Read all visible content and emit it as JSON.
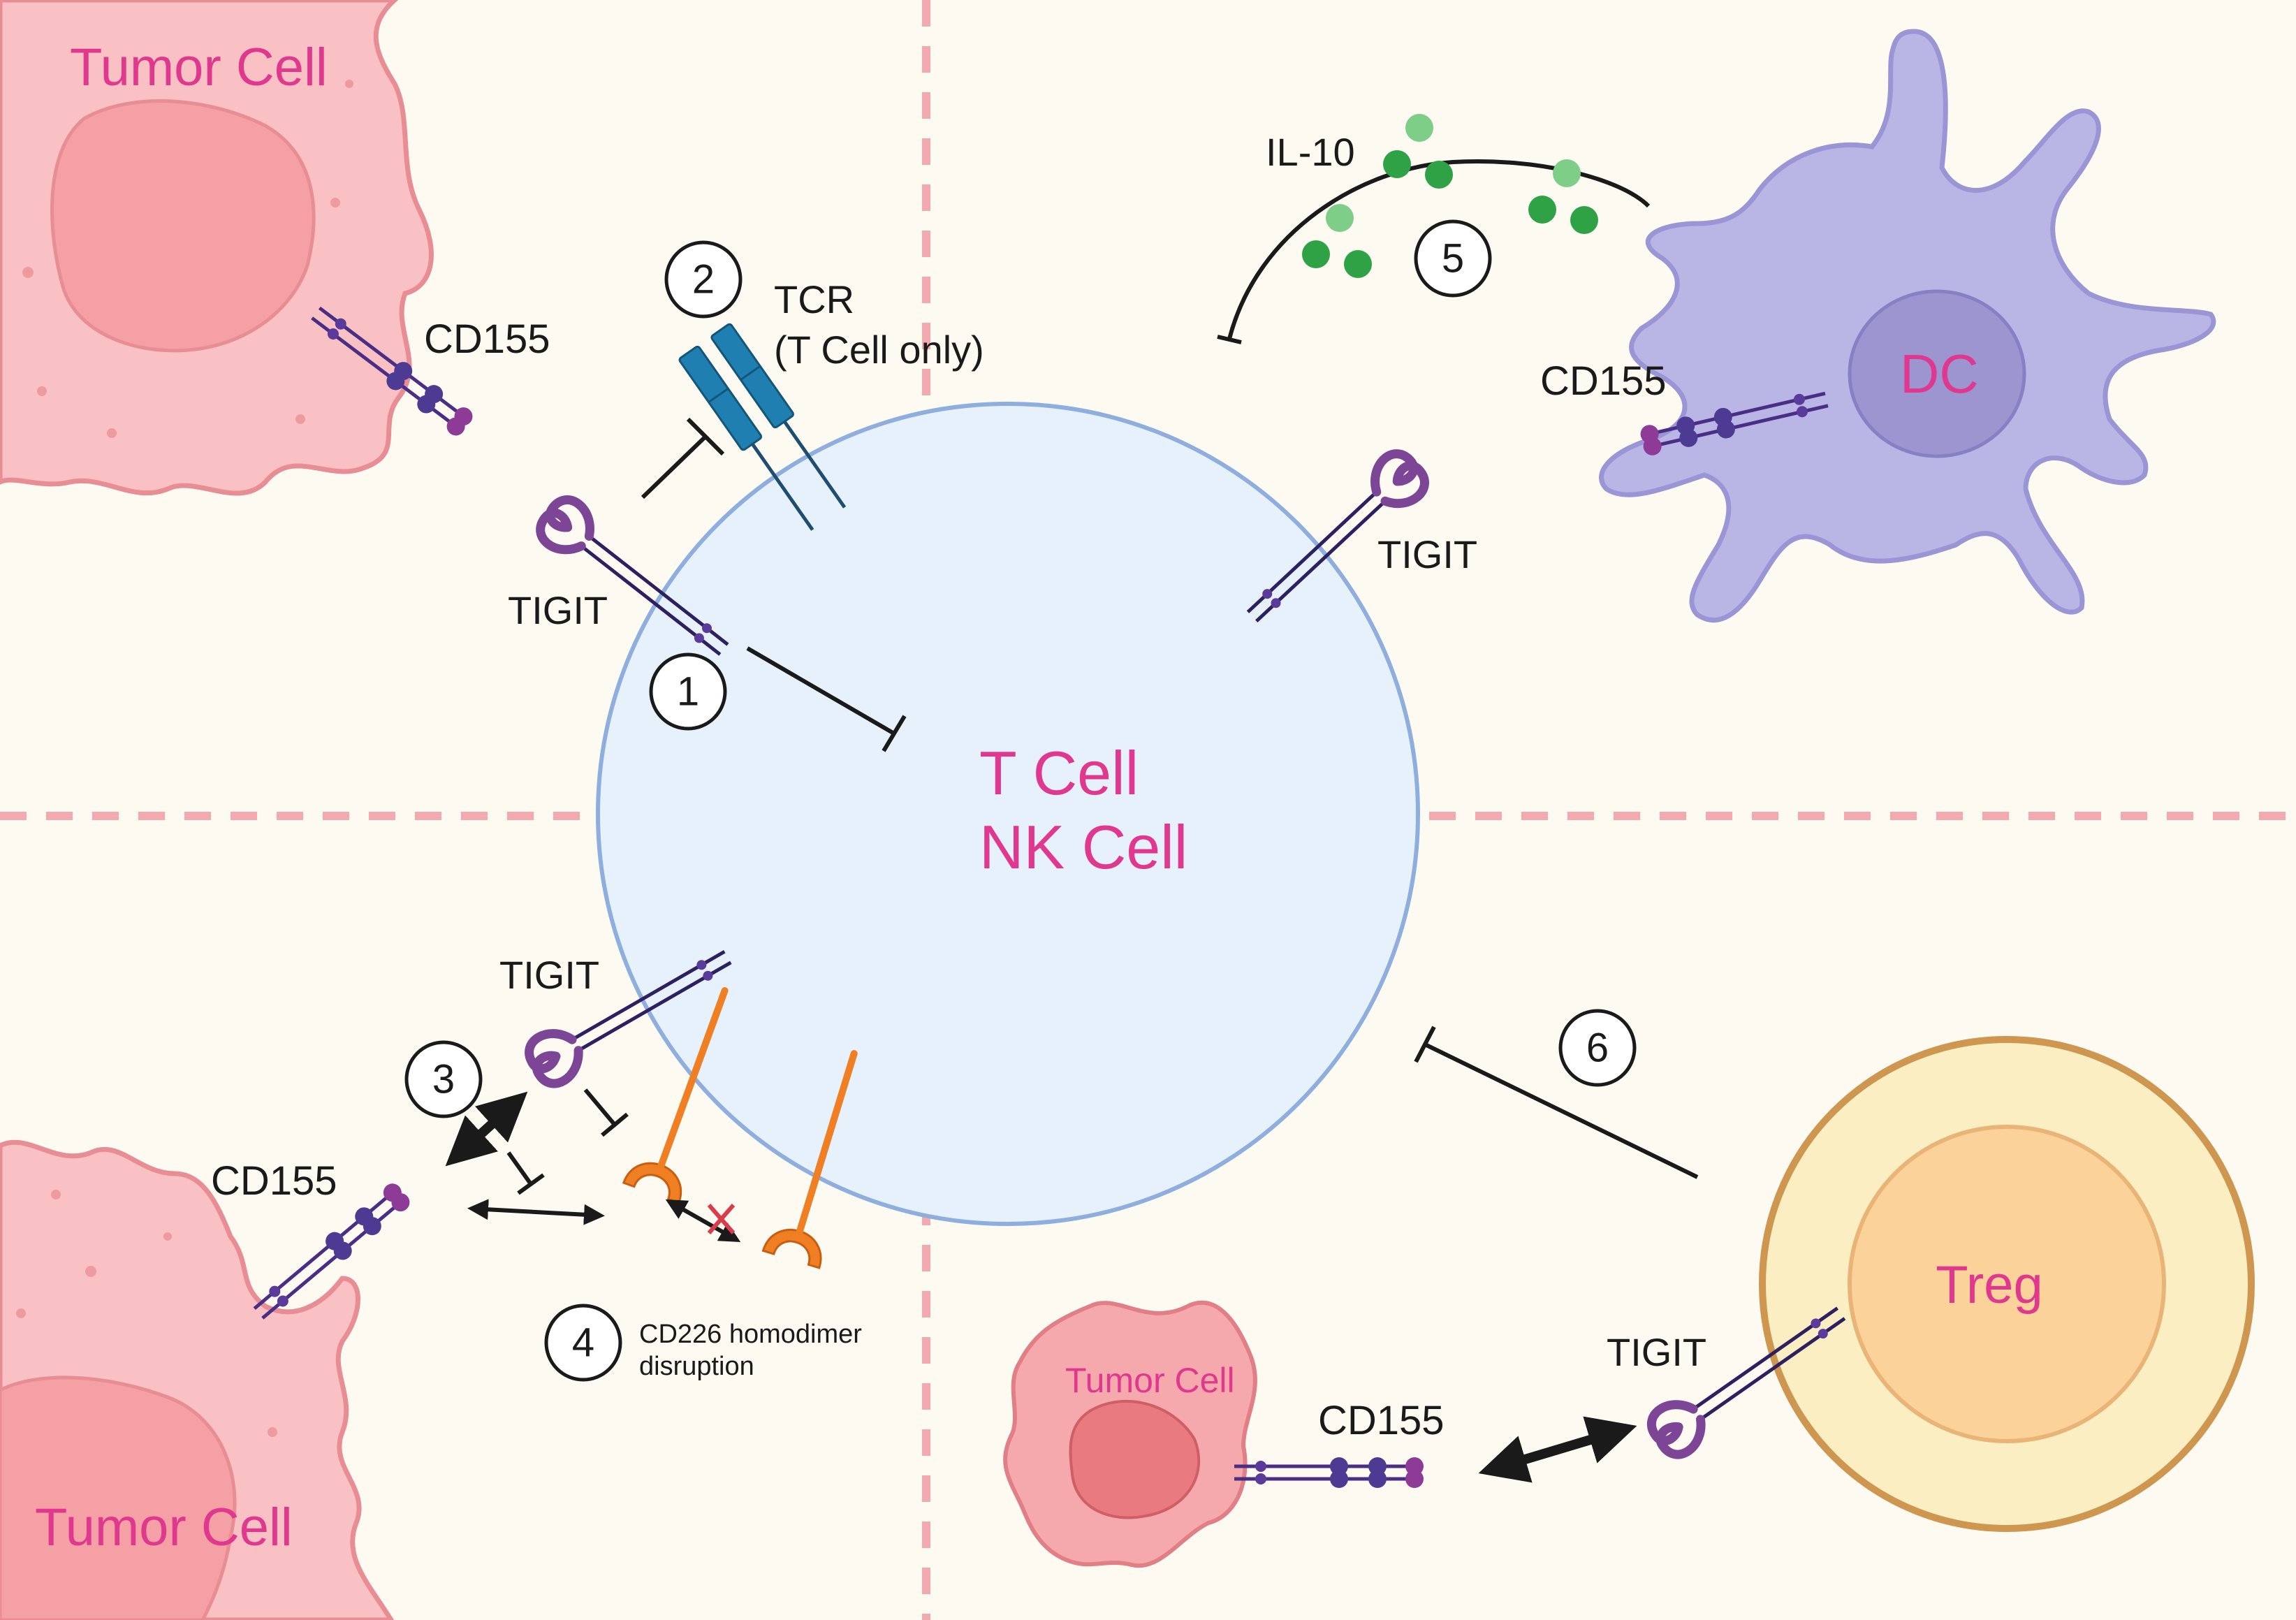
{
  "cells": {
    "tumor_top_left": "Tumor Cell",
    "tumor_bottom_left": "Tumor Cell",
    "tumor_bottom_small": "Tumor Cell",
    "t_cell_line1": "T Cell",
    "t_cell_line2": "NK Cell",
    "dc": "DC",
    "treg": "Treg"
  },
  "molecules": {
    "cd155_top_left": "CD155",
    "cd155_dc": "CD155",
    "cd155_bottom_left": "CD155",
    "cd155_bottom_right": "CD155",
    "tigit_top_left": "TIGIT",
    "tigit_top_right": "TIGIT",
    "tigit_bottom_left": "TIGIT",
    "tigit_treg": "TIGIT",
    "tcr_line1": "TCR",
    "tcr_line2": "(T Cell only)",
    "il10": "IL-10",
    "cd226_line1": "CD226 homodimer",
    "cd226_line2": "disruption"
  },
  "steps": [
    "1",
    "2",
    "3",
    "4",
    "5",
    "6"
  ],
  "colors": {
    "background": "#fdfaf2",
    "divider": "#f2a9b0",
    "tumor_fill": "#f9c1c3",
    "tumor_stroke": "#e78d93",
    "tumor_nucleus": "#f4a0a5",
    "tcell_fill": "#e6f1fb",
    "tcell_stroke": "#8eaede",
    "dc_fill": "#b9b6e6",
    "dc_stroke": "#9a95d5",
    "dc_nucleus": "#9c95cf",
    "treg_outer": "#fbeec3",
    "treg_stroke": "#cf9650",
    "treg_inner": "#fcd29b",
    "label_pink": "#e0388f",
    "tigit_purple": "#7d4595",
    "cd155_purple": "#4a2d85",
    "tcr_blue": "#1f7fb0",
    "cd226_orange": "#ef7f22",
    "il10_green": "#30a246",
    "inhibit_line": "#1a1a1a",
    "cross_red": "#d93c4a"
  }
}
